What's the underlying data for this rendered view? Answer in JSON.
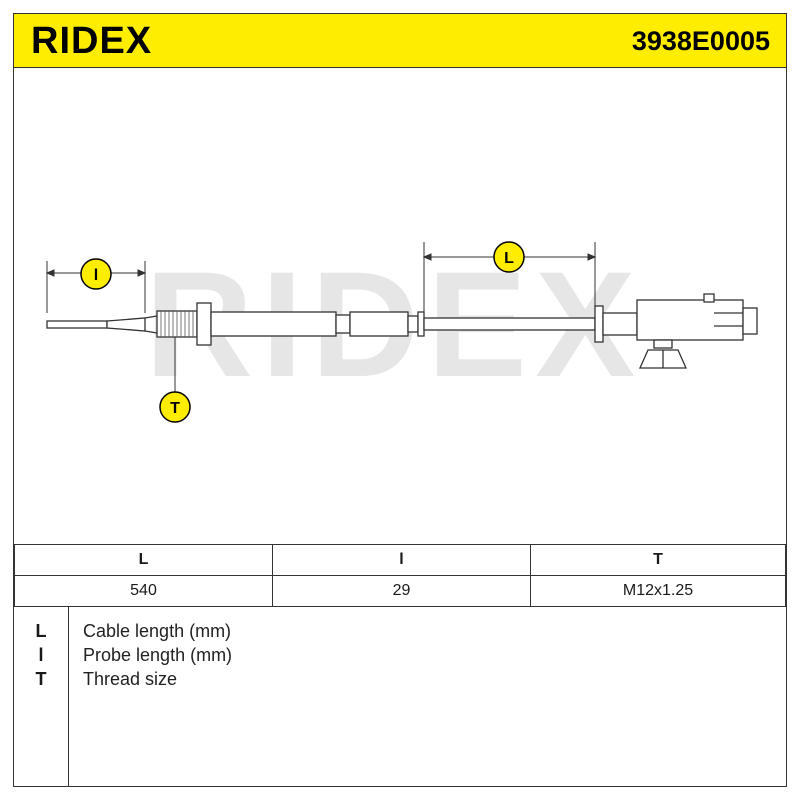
{
  "header": {
    "brand": "RIDEX",
    "part_number": "3938E0005",
    "background_color": "#ffed00"
  },
  "diagram": {
    "watermark": "RIDEX",
    "callouts": {
      "probe_length": "l",
      "cable_length": "L",
      "thread": "T"
    }
  },
  "specs_table": {
    "headers": [
      "L",
      "l",
      "T"
    ],
    "values": [
      "540",
      "29",
      "M12x1.25"
    ]
  },
  "legend": [
    {
      "key": "L",
      "description": "Cable length (mm)"
    },
    {
      "key": "l",
      "description": "Probe length (mm)"
    },
    {
      "key": "T",
      "description": "Thread size"
    }
  ]
}
